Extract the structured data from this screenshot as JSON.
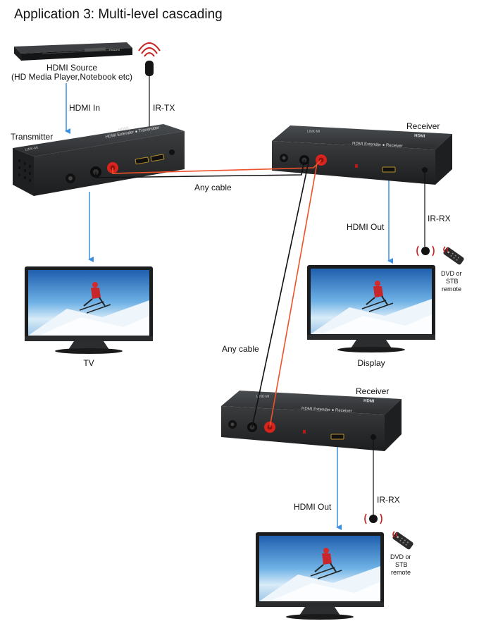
{
  "title": "Application 3: Multi-level cascading",
  "source": {
    "label": "HDMI Source",
    "sublabel": "(HD Media Player,Notebook etc)",
    "brand": "PHILIPS"
  },
  "labels": {
    "hdmi_in": "HDMI In",
    "ir_tx": "IR-TX",
    "transmitter": "Transmitter",
    "receiver_1": "Receiver",
    "receiver_2": "Receiver",
    "any_cable_1": "Any cable",
    "any_cable_2": "Any cable",
    "hdmi_out_1": "HDMI Out",
    "hdmi_out_2": "HDMI Out",
    "ir_rx_1": "IR-RX",
    "ir_rx_2": "IR-RX",
    "tv": "TV",
    "display": "Display",
    "remote_1_line1": "DVD or",
    "remote_1_line2": "STB",
    "remote_1_line3": "remote",
    "remote_2_line1": "DVD or",
    "remote_2_line2": "STB",
    "remote_2_line3": "remote"
  },
  "device_text": {
    "transmitter_name": "HDMI Extender ● Transmitter",
    "receiver_name": "HDMI Extender ● Receiver",
    "brand_mark": "HDMI",
    "port_label": "LINK-MI"
  },
  "colors": {
    "arrow_blue": "#3b8fe0",
    "cable_red": "#f0502a",
    "cable_black": "#111111",
    "device_body": "#2a2c2e",
    "terminal_red": "#d8241c"
  }
}
